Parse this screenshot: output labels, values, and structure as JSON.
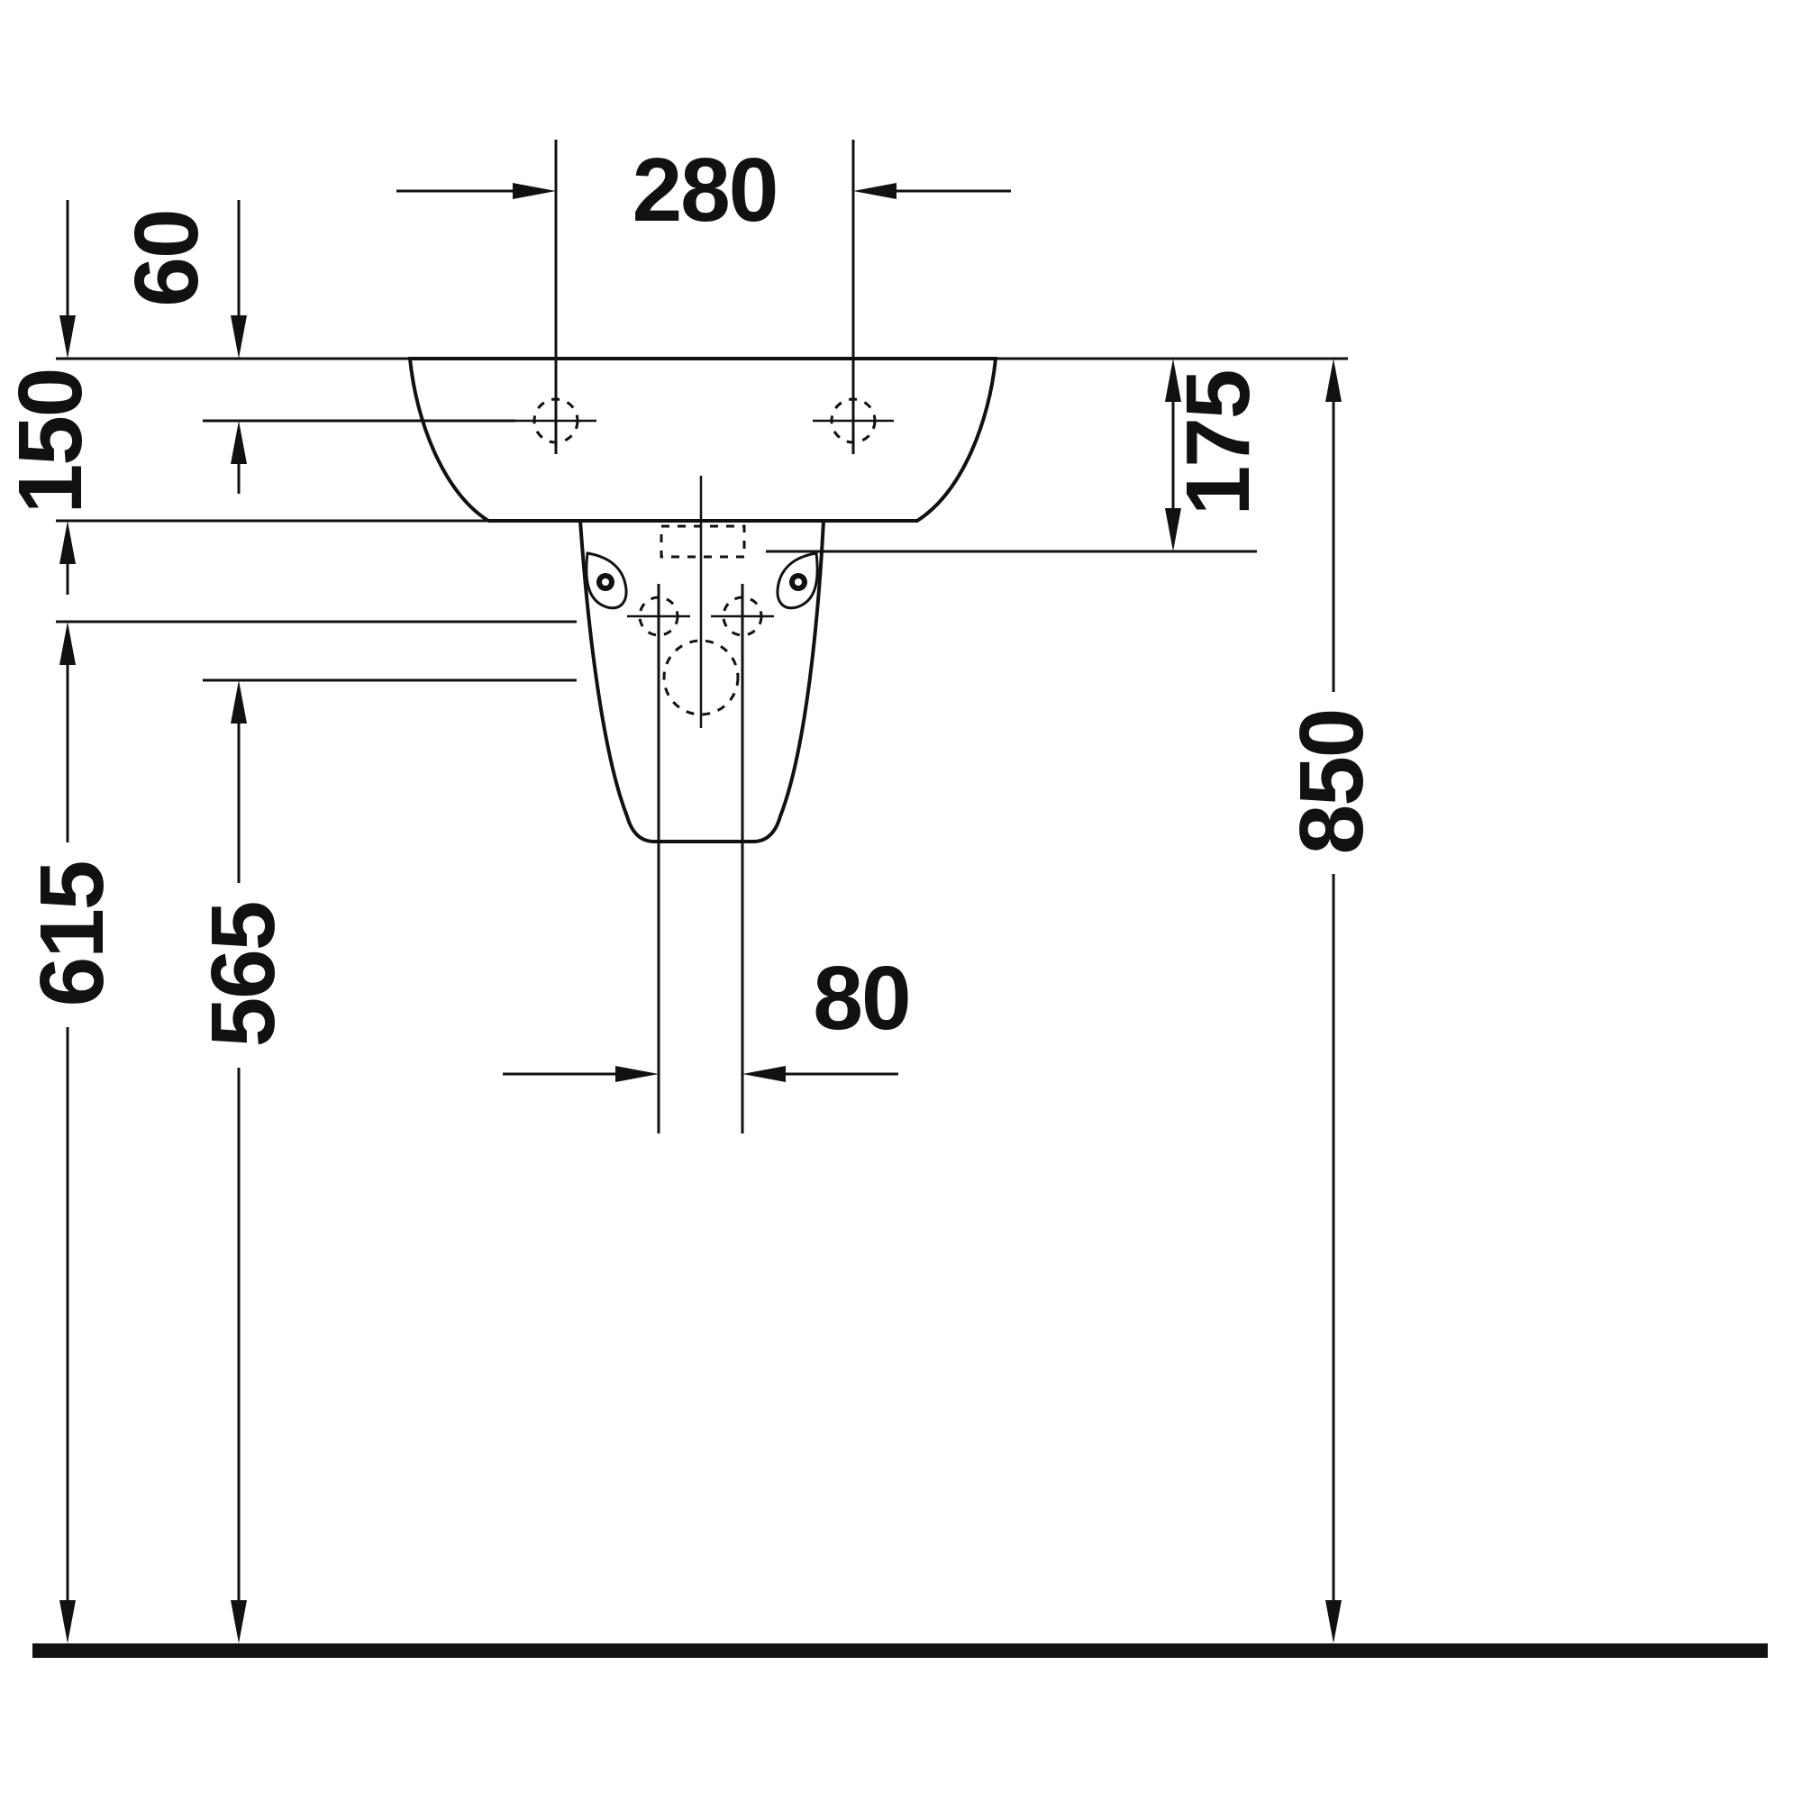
{
  "drawing": {
    "type": "technical-dimension-drawing",
    "subject": "wall-mounted washbasin with half pedestal, front view",
    "ink_color": "#111111",
    "background_color": "#ffffff",
    "dimension_labels": {
      "d280": "280",
      "d60": "60",
      "d150": "150",
      "d175": "175",
      "d615": "615",
      "d565": "565",
      "d80": "80",
      "d850": "850"
    }
  }
}
